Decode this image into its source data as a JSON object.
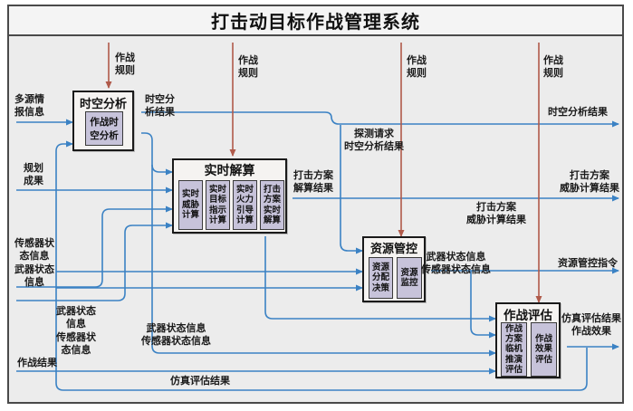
{
  "title": "打击动目标作战管理系统",
  "colors": {
    "line_blue": "#3b82c4",
    "line_red": "#b05a4a",
    "inner_fill": "#c7c3da",
    "module_fill": "#f5f3f1",
    "background": "#ececec"
  },
  "modules": {
    "shikong": {
      "title": "时空分析",
      "inner": [
        "作战时\n空分析"
      ]
    },
    "shishi": {
      "title": "实时解算",
      "inner": [
        "实时\n威胁\n计算",
        "实时\n目标\n指示\n计算",
        "实时\n火力\n引导\n计算",
        "打击\n方案\n实时\n解算"
      ]
    },
    "ziyuan": {
      "title": "资源管控",
      "inner": [
        "资源\n分配\n决策",
        "资源\n监控"
      ]
    },
    "pinggu": {
      "title": "作战评估",
      "inner": [
        "作战\n方案\n临机\n推演\n评估",
        "作战\n效果\n评估"
      ]
    }
  },
  "labels": {
    "rule": "作战\n规则",
    "duoyuan": "多源情\n报信息",
    "shikong_result_near": "时空分\n析结果",
    "guihua": "规划\n成果",
    "sensor_weapon_left": "传感器状\n态信息\n武器状态\n信息",
    "weapon_sensor_left2": "武器状态\n信息\n传感器状\n态信息",
    "weapon_sensor_mid": "武器状态信息\n传感器状态信息",
    "zuozhan_jieguo": "作战结果",
    "fangzhen_bottom": "仿真评估结果",
    "tance": "探测请求\n时空分析结果",
    "daji_jiesuan": "打击方案\n解算结果",
    "daji_weixie_mid": "打击方案\n威胁计算结果",
    "shikong_result_right": "时空分析结果",
    "daji_weixie_right": "打击方案\n威胁计算结果",
    "ziyuan_zhiling": "资源管控指令",
    "weapon_sensor_right": "武器状态信息\n传感器状态信息",
    "fangzhen_right": "仿真评估结果\n作战效果"
  }
}
